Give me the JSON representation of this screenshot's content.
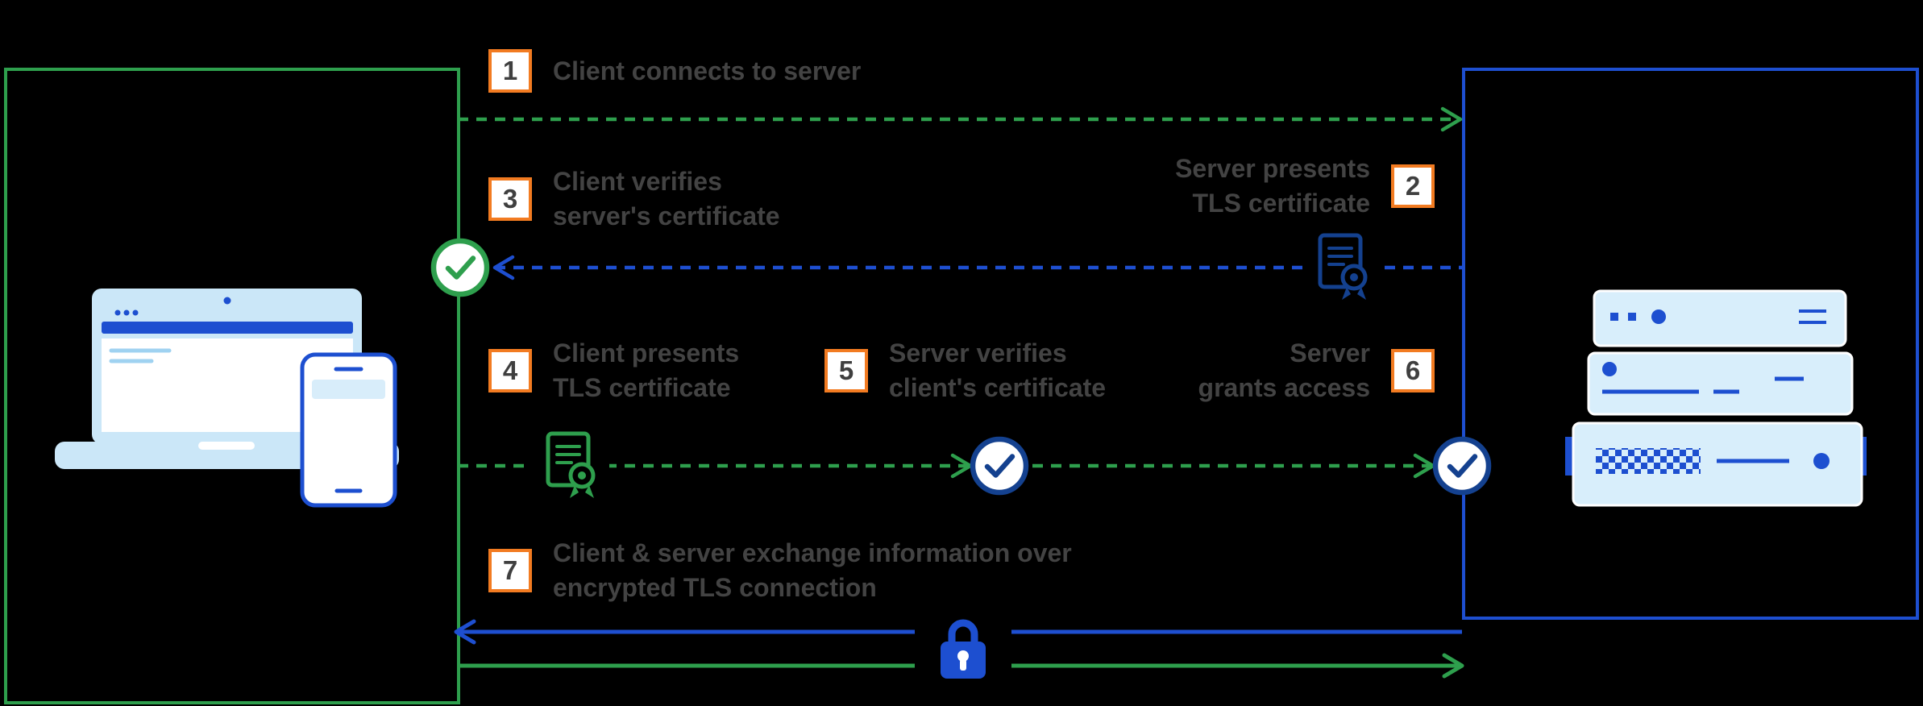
{
  "steps": [
    {
      "num": "1",
      "lines": [
        "Client connects to server",
        ""
      ]
    },
    {
      "num": "2",
      "lines": [
        "Server presents",
        "TLS certificate"
      ]
    },
    {
      "num": "3",
      "lines": [
        "Client verifies",
        "server's certificate"
      ]
    },
    {
      "num": "4",
      "lines": [
        "Client presents",
        "TLS certificate"
      ]
    },
    {
      "num": "5",
      "lines": [
        "Server verifies",
        "client's certificate"
      ]
    },
    {
      "num": "6",
      "lines": [
        "Server",
        "grants access"
      ]
    },
    {
      "num": "7",
      "lines": [
        "Client & server exchange information over",
        "encrypted TLS connection"
      ]
    }
  ],
  "icons": {
    "client": "laptop-and-phone-icon",
    "server": "server-stack-icon",
    "verified": "check-circle-icon",
    "certificate": "certificate-ribbon-icon",
    "encryption": "padlock-icon"
  },
  "colors": {
    "green": "#2E9F4D",
    "blue": "#1E4FD0",
    "navy": "#14418F",
    "orange": "#F27B21",
    "light_blue": "#CBE7F8",
    "text": "#434343",
    "background": "#000000",
    "badge_background": "#FFFFFF"
  }
}
